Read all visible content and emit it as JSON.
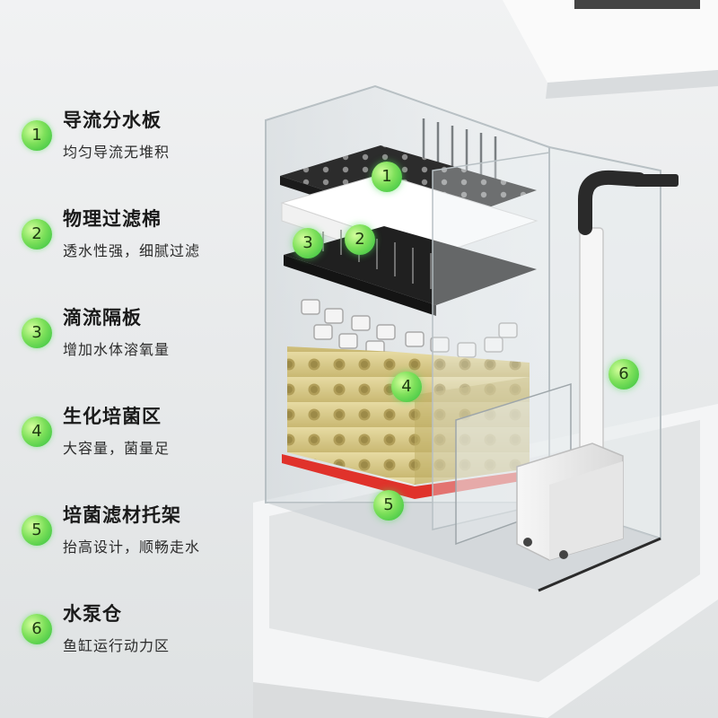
{
  "legend": [
    {
      "number": "1",
      "title": "导流分水板",
      "desc": "均匀导流无堆积"
    },
    {
      "number": "2",
      "title": "物理过滤棉",
      "desc": "透水性强，细腻过滤"
    },
    {
      "number": "3",
      "title": "滴流隔板",
      "desc": "增加水体溶氧量"
    },
    {
      "number": "4",
      "title": "生化培菌区",
      "desc": "大容量，菌量足"
    },
    {
      "number": "5",
      "title": "培菌滤材托架",
      "desc": "抬高设计，顺畅走水"
    },
    {
      "number": "6",
      "title": "水泵仓",
      "desc": "鱼缸运行动力区"
    }
  ],
  "callouts": [
    {
      "number": "1"
    },
    {
      "number": "2"
    },
    {
      "number": "3"
    },
    {
      "number": "4"
    },
    {
      "number": "5"
    },
    {
      "number": "6"
    }
  ],
  "colors": {
    "badge_green": "#4fd24a",
    "foam_yellow": "#d8c98a",
    "tray_red": "#e0322b",
    "plate_dark": "#2c2c2c"
  }
}
